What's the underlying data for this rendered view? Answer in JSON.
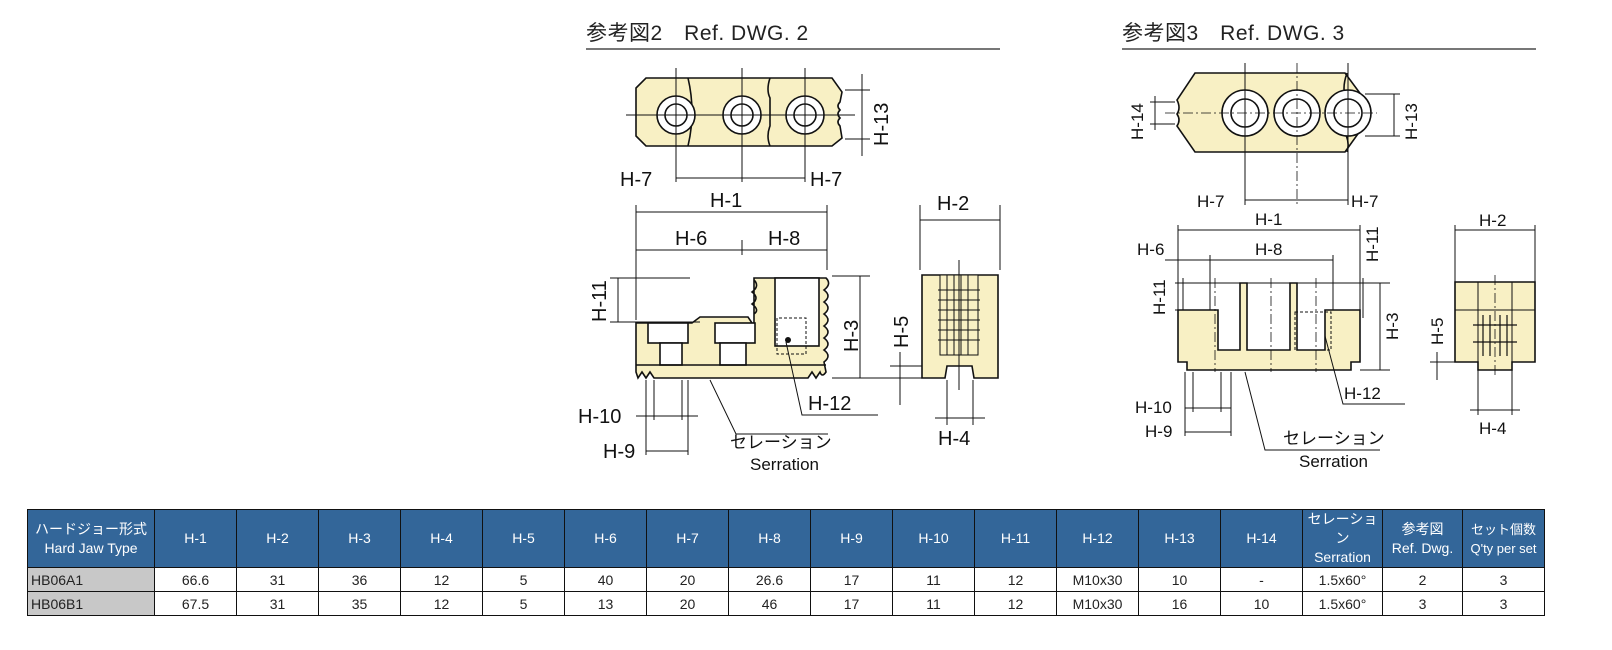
{
  "drawings": [
    {
      "id": "dwg2",
      "title": "参考図2　Ref. DWG. 2",
      "labels": {
        "h1": "H-1",
        "h2": "H-2",
        "h3": "H-3",
        "h4": "H-4",
        "h5": "H-5",
        "h6": "H-6",
        "h7a": "H-7",
        "h7b": "H-7",
        "h8": "H-8",
        "h9": "H-9",
        "h10": "H-10",
        "h11": "H-11",
        "h12": "H-12",
        "h13": "H-13",
        "serration_jp": "セレーション",
        "serration_en": "Serration"
      }
    },
    {
      "id": "dwg3",
      "title": "参考図3　Ref. DWG. 3",
      "labels": {
        "h1": "H-1",
        "h2": "H-2",
        "h3": "H-3",
        "h4": "H-4",
        "h5": "H-5",
        "h6": "H-6",
        "h7a": "H-7",
        "h7b": "H-7",
        "h8": "H-8",
        "h9": "H-9",
        "h10": "H-10",
        "h11a": "H-11",
        "h11b": "H-11",
        "h12": "H-12",
        "h13": "H-13",
        "h14": "H-14",
        "serration_jp": "セレーション",
        "serration_en": "Serration"
      }
    }
  ],
  "table": {
    "header_color": "#336699",
    "type_cell_color": "#c8c8c8",
    "headers": [
      {
        "jp": "ハードジョー形式",
        "en": "Hard Jaw Type"
      },
      {
        "en": "H-1"
      },
      {
        "en": "H-2"
      },
      {
        "en": "H-3"
      },
      {
        "en": "H-4"
      },
      {
        "en": "H-5"
      },
      {
        "en": "H-6"
      },
      {
        "en": "H-7"
      },
      {
        "en": "H-8"
      },
      {
        "en": "H-9"
      },
      {
        "en": "H-10"
      },
      {
        "en": "H-11"
      },
      {
        "en": "H-12"
      },
      {
        "en": "H-13"
      },
      {
        "en": "H-14"
      },
      {
        "jp": "セレーション",
        "en": "Serration"
      },
      {
        "jp": "参考図",
        "en": "Ref. Dwg."
      },
      {
        "jp": "セット個数",
        "en": "Q'ty per set"
      }
    ],
    "rows": [
      [
        "HB06A1",
        "66.6",
        "31",
        "36",
        "12",
        "5",
        "40",
        "20",
        "26.6",
        "17",
        "11",
        "12",
        "M10x30",
        "10",
        "-",
        "1.5x60°",
        "2",
        "3"
      ],
      [
        "HB06B1",
        "67.5",
        "31",
        "35",
        "12",
        "5",
        "13",
        "20",
        "46",
        "17",
        "11",
        "12",
        "M10x30",
        "16",
        "10",
        "1.5x60°",
        "3",
        "3"
      ]
    ]
  }
}
